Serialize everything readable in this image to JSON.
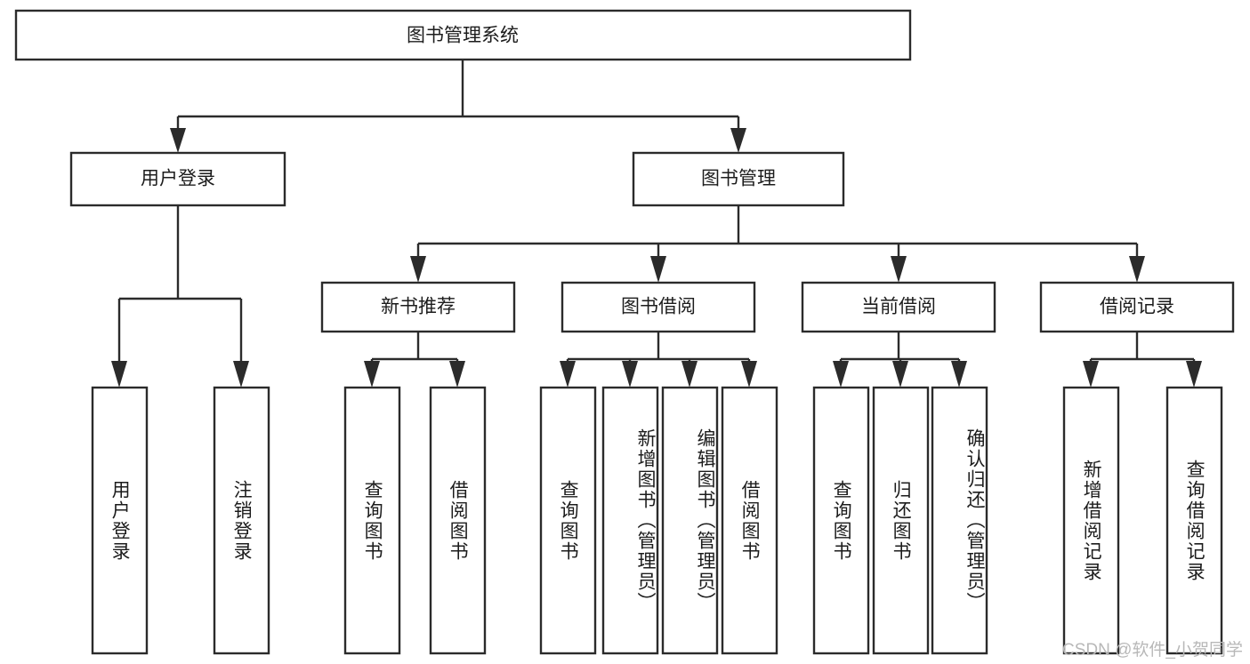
{
  "diagram": {
    "title": "图书管理系统",
    "type": "hierarchy-tree",
    "watermark": "CSDN @软件_小贺同学",
    "colors": {
      "stroke": "#2b2b2b",
      "box_fill": "#ffffff",
      "text": "#1c1c1c",
      "background": "#ffffff",
      "watermark": "#b8b8b8"
    },
    "root": {
      "label": "图书管理系统"
    },
    "level2": [
      {
        "label": "用户登录"
      },
      {
        "label": "图书管理"
      }
    ],
    "level3": [
      {
        "label": "新书推荐"
      },
      {
        "label": "图书借阅"
      },
      {
        "label": "当前借阅"
      },
      {
        "label": "借阅记录"
      }
    ],
    "leaves": {
      "user_login": [
        {
          "label": "用户登录"
        },
        {
          "label": "注销登录"
        }
      ],
      "new_book_recommend": [
        {
          "label": "查询图书"
        },
        {
          "label": "借阅图书"
        }
      ],
      "book_borrow": [
        {
          "label": "查询图书"
        },
        {
          "label": "新增图书（管理员）"
        },
        {
          "label": "编辑图书（管理员）"
        },
        {
          "label": "借阅图书"
        }
      ],
      "current_borrow": [
        {
          "label": "查询图书"
        },
        {
          "label": "归还图书"
        },
        {
          "label": "确认归还（管理员）"
        }
      ],
      "borrow_record": [
        {
          "label": "新增借阅记录"
        },
        {
          "label": "查询借阅记录"
        }
      ]
    }
  }
}
